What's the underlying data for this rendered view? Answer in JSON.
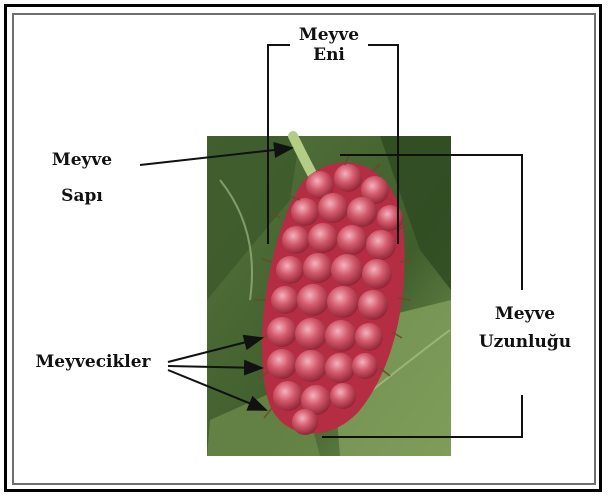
{
  "labels": {
    "width": {
      "line1": "Meyve",
      "line2": "Eni"
    },
    "stalk": {
      "line1": "Meyve",
      "line2": "Sapı"
    },
    "drupelets": "Meyvecikler",
    "length": {
      "line1": "Meyve",
      "line2": "Uzunluğu"
    }
  },
  "colors": {
    "leaf_dark": "#2e4a24",
    "leaf_light": "#6f8f4c",
    "fruit_red": "#c0394c",
    "fruit_pink": "#e88a98",
    "stem": "#a9c47a",
    "line": "#111111"
  },
  "icons": {
    "photo": "mulberry-fruit-photo"
  }
}
